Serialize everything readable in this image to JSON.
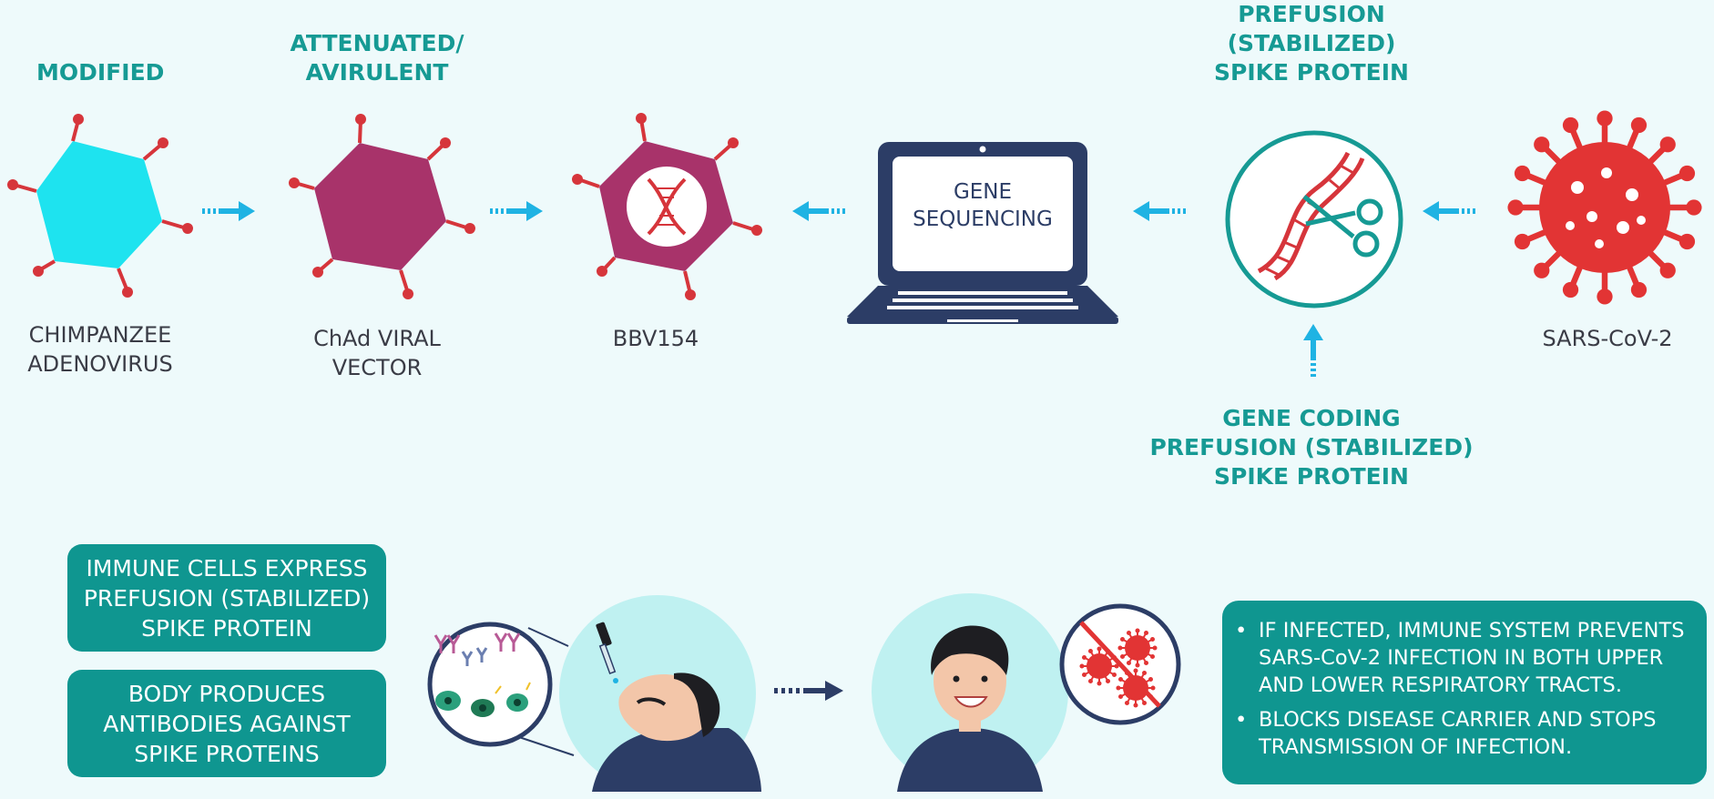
{
  "top": {
    "modified": {
      "header": "MODIFIED",
      "label": [
        "CHIMPANZEE",
        "ADENOVIRUS"
      ]
    },
    "attenuated": {
      "header": [
        "ATTENUATED/",
        "AVIRULENT"
      ],
      "label": [
        "ChAd VIRAL",
        "VECTOR"
      ]
    },
    "bbv154": {
      "label": "BBV154"
    },
    "laptop": {
      "text": [
        "GENE",
        "SEQUENCING"
      ]
    },
    "prefusion": {
      "header": [
        "PREFUSION",
        "(STABILIZED)",
        "SPIKE PROTEIN"
      ]
    },
    "sars": {
      "label": "SARS-CoV-2"
    },
    "gene_coding": {
      "header": [
        "GENE CODING",
        "PREFUSION (STABILIZED)",
        "SPIKE PROTEIN"
      ]
    }
  },
  "bottom": {
    "box1": [
      "IMMUNE CELLS EXPRESS",
      "PREFUSION (STABILIZED)",
      "SPIKE PROTEIN"
    ],
    "box2": [
      "BODY PRODUCES",
      "ANTIBODIES AGAINST",
      "SPIKE PROTEINS"
    ],
    "bullets": [
      [
        "IF INFECTED, IMMUNE SYSTEM PREVENTS",
        "SARS-CoV-2 INFECTION IN BOTH UPPER",
        "AND LOWER RESPIRATORY TRACTS."
      ],
      [
        "BLOCKS DISEASE CARRIER AND STOPS",
        "TRANSMISSION OF INFECTION."
      ]
    ],
    "bullet_glyph": "•"
  },
  "colors": {
    "teal_text": "#169a94",
    "teal_box": "#0f9690",
    "cyan_hex": "#1ee3ef",
    "magenta_hex": "#a8336a",
    "arrow_cyan": "#1fb3e3",
    "virus_red": "#e23434",
    "navy": "#2c3d66"
  }
}
